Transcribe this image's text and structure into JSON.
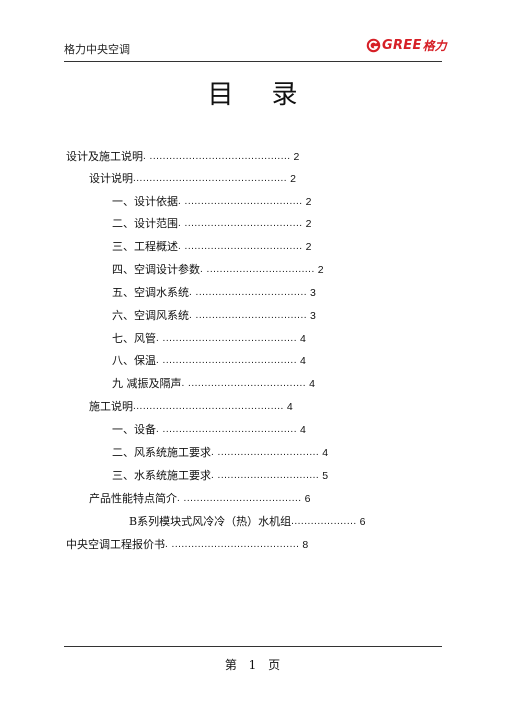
{
  "header": {
    "left_text": "格力中央空调",
    "logo_text": "GREE",
    "logo_cn": "格力",
    "brand_color": "#d61f26"
  },
  "title": "目录",
  "toc": [
    {
      "label": "设计及施工说明",
      "dots": " . ...........................................",
      "page": "2"
    },
    {
      "label": "设计说明",
      "dots": " ...............................................",
      "page": "2"
    },
    {
      "label": "一、设计依据",
      "dots": " . ....................................",
      "page": "2"
    },
    {
      "label": "二、设计范围",
      "dots": " . ....................................",
      "page": "2"
    },
    {
      "label": "三、工程概述",
      "dots": " . ....................................",
      "page": "2"
    },
    {
      "label": "四、空调设计参数",
      "dots": "  . .................................",
      "page": "2"
    },
    {
      "label": "五、空调水系统",
      "dots": "  . ..................................",
      "page": "3"
    },
    {
      "label": "六、空调风系统",
      "dots": "  . ..................................",
      "page": "3"
    },
    {
      "label": "七、风管",
      "dots": " . .........................................",
      "page": "4"
    },
    {
      "label": "八、保温",
      "dots": " . .........................................",
      "page": "4"
    },
    {
      "label": "九  减振及隔声",
      "dots": " . ....................................",
      "page": "4"
    },
    {
      "label": "施工说明",
      "dots": " ..............................................",
      "page": "4"
    },
    {
      "label": "一、设备",
      "dots": " . .........................................",
      "page": "4"
    },
    {
      "label": "二、风系统施工要求",
      "dots": "  . ...............................",
      "page": "4"
    },
    {
      "label": "三、水系统施工要求",
      "dots": "  . ...............................",
      "page": "5"
    },
    {
      "label": "产品性能特点简介",
      "dots": "  . ....................................",
      "page": "6"
    },
    {
      "label": "B系列模块式风冷冷（热）水机组",
      "dots": "      ....................",
      "page": "6"
    },
    {
      "label": "中央空调工程报价书",
      "dots": "  . .......................................",
      "page": "8"
    }
  ],
  "footer": {
    "prefix": "第",
    "page_number": "1",
    "suffix": "页"
  }
}
